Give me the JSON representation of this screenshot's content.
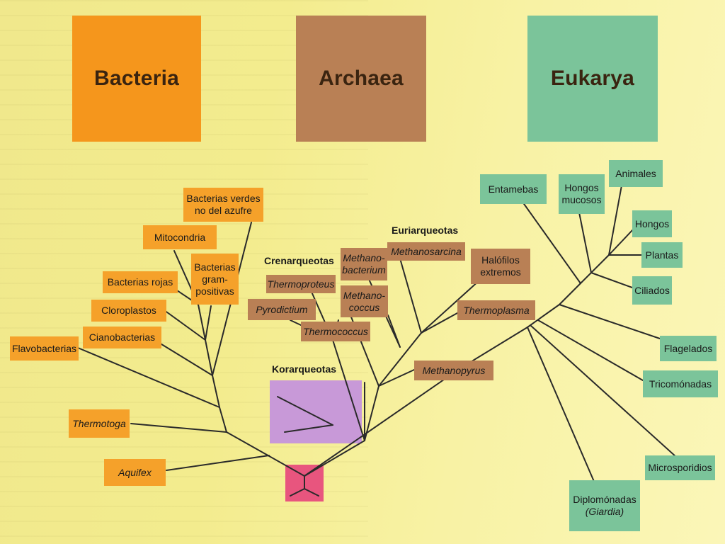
{
  "domains": {
    "bacteria": "Bacteria",
    "archaea": "Archaea",
    "eukarya": "Eukarya"
  },
  "groups": {
    "crenarqueotas": "Crenarqueotas",
    "euriarqueotas": "Euriarqueotas",
    "korarqueotas": "Korarqueotas"
  },
  "bacteria": {
    "verdes": "Bacterias verdes\nno del azufre",
    "mitocondria": "Mitocondria",
    "gram": "Bacterias\ngram-\npositivas",
    "rojas": "Bacterias rojas",
    "cloroplastos": "Cloroplastos",
    "cianobacterias": "Cianobacterias",
    "flavobacterias": "Flavobacterias",
    "thermotoga": "Thermotoga",
    "aquifex": "Aquifex"
  },
  "archaea": {
    "methanobacterium": "Methano-\nbacterium",
    "methanosarcina": "Methanosarcina",
    "halofilos": "Halófilos\nextremos",
    "thermoproteus": "Thermoproteus",
    "methanococcus": "Methano-\ncoccus",
    "pyrodictium": "Pyrodictium",
    "thermoplasma": "Thermoplasma",
    "thermococcus": "Thermococcus",
    "methanopyrus": "Methanopyrus"
  },
  "eukarya": {
    "entamebas": "Entamebas",
    "hongos_mucosos": "Hongos\nmucosos",
    "animales": "Animales",
    "hongos": "Hongos",
    "plantas": "Plantas",
    "ciliados": "Ciliados",
    "flagelados": "Flagelados",
    "tricomonadas": "Tricomónadas",
    "microsporidios": "Microsporidios",
    "diplomonadas": "Diplomónadas",
    "giardia": "(Giardia)"
  },
  "colors": {
    "bacteria": "#f5961c",
    "archaea": "#b98055",
    "eukarya": "#7bc49a",
    "korarqueotas": "#c899d8",
    "root": "#e8557e",
    "background": "#f3ec8e"
  }
}
